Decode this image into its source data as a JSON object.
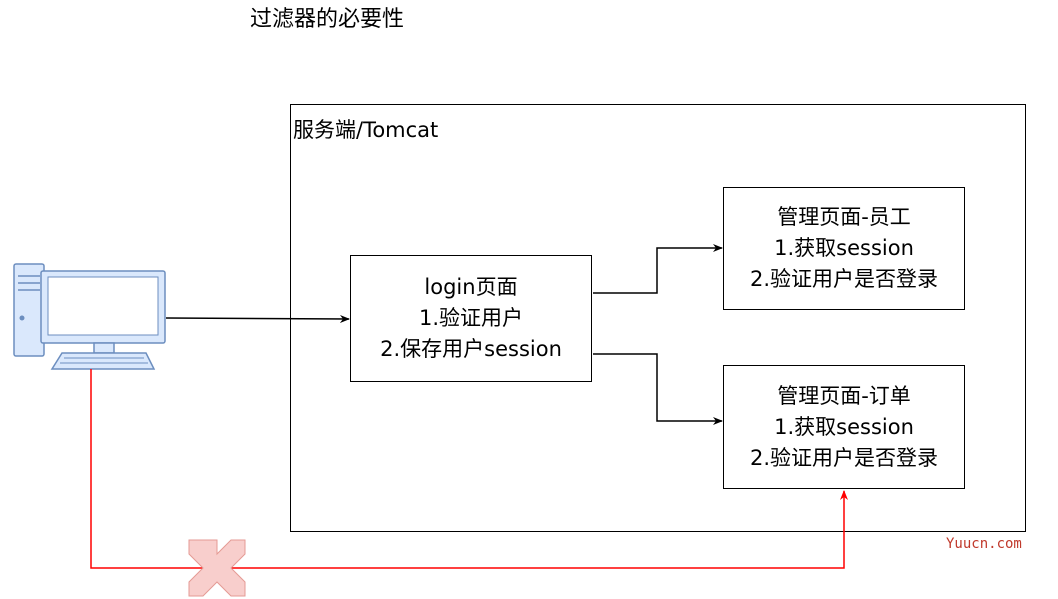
{
  "title": "过滤器的必要性",
  "server": {
    "label": "服务端/Tomcat"
  },
  "nodes": {
    "login": {
      "lines": [
        "login页面",
        "1.验证用户",
        "2.保存用户session"
      ]
    },
    "employee": {
      "lines": [
        "管理页面-员工",
        "1.获取session",
        "2.验证用户是否登录"
      ]
    },
    "order": {
      "lines": [
        "管理页面-订单",
        "1.获取session",
        "2.验证用户是否登录"
      ]
    }
  },
  "client": {
    "icon": "computer-icon"
  },
  "blocked_path": {
    "icon": "cross-icon",
    "color": "#ff0000",
    "cross_color": "#f8cecc"
  },
  "watermark": "Yuucn.com",
  "colors": {
    "line": "#000000",
    "blocked": "#ff0000",
    "computer_fill": "#dae8fc",
    "computer_stroke": "#6c8ebf"
  }
}
